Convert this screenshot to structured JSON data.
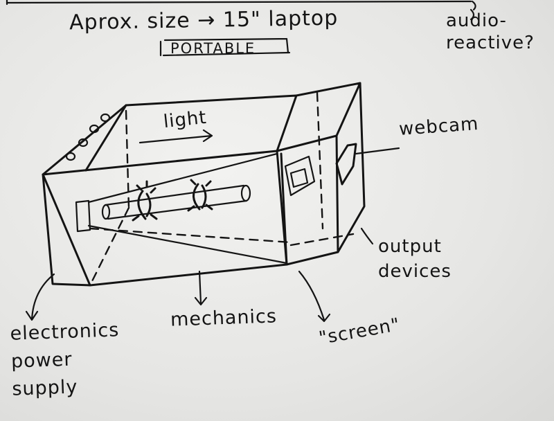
{
  "texts": {
    "size": "Aprox. size → 15\" laptop",
    "portable": "PORTABLE",
    "audio_line1": "audio-",
    "audio_line2": "reactive?",
    "light": "light",
    "webcam": "webcam",
    "output_line1": "output",
    "output_line2": "devices",
    "electronics_line1": "electronics",
    "electronics_line2": "power",
    "electronics_line3": "supply",
    "mechanics": "mechanics",
    "screen": "\"screen\""
  },
  "colors": {
    "ink": "#141414",
    "paper": "#ececea"
  }
}
